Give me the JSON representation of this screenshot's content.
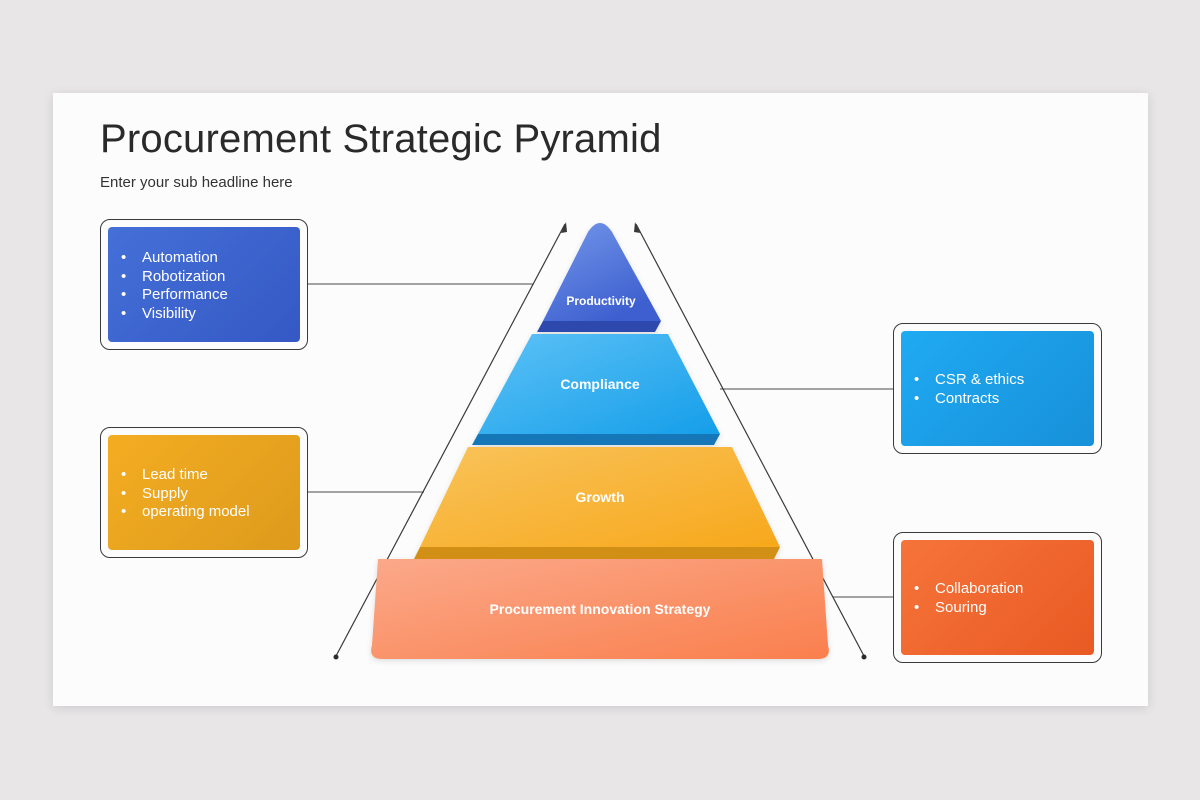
{
  "slide": {
    "title": "Procurement Strategic Pyramid",
    "subtitle": "Enter your sub headline here"
  },
  "pyramid": {
    "tiers": [
      {
        "label": "Productivity",
        "color": "#4b6fd6"
      },
      {
        "label": "Compliance",
        "color": "#2aa6ef"
      },
      {
        "label": "Growth",
        "color": "#f7b02c"
      },
      {
        "label": "Procurement Innovation Strategy",
        "color": "#f98c62"
      }
    ]
  },
  "cards": {
    "blue": {
      "items": [
        "Automation",
        "Robotization",
        "Performance",
        "Visibility"
      ],
      "color": "#3b63cc"
    },
    "orange": {
      "items": [
        "Lead time",
        "Supply",
        "operating model"
      ],
      "color": "#e8a11b"
    },
    "cyan": {
      "items": [
        "CSR & ethics",
        "Contracts"
      ],
      "color": "#1a9be4"
    },
    "red": {
      "items": [
        "Collaboration",
        "Souring"
      ],
      "color": "#f06229"
    }
  }
}
